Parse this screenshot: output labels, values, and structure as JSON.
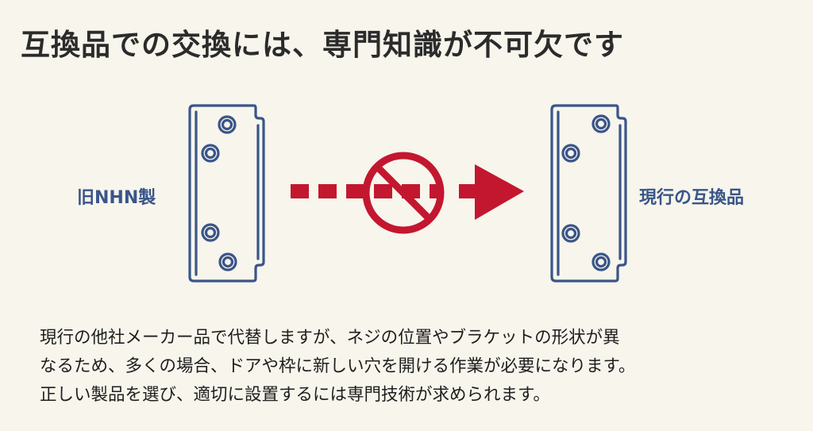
{
  "title": "互換品での交換には、専門知識が不可欠です",
  "diagram": {
    "left_label": "旧NHN製",
    "right_label": "現行の互換品",
    "left_icon": "door-hinge-bracket-icon",
    "right_icon": "door-hinge-bracket-icon",
    "center_icon": "prohibited-sign-icon",
    "arrow_icon": "dashed-arrow-right-icon",
    "colors": {
      "bracket": "#3a5589",
      "prohibit": "#c3172f",
      "background": "#f7f5ec"
    }
  },
  "body": {
    "lines": [
      "現行の他社メーカー品で代替しますが、ネジの位置やブラケットの形状が異",
      "なるため、多くの場合、ドアや枠に新しい穴を開ける作業が必要になります。",
      "正しい製品を選び、適切に設置するには専門技術が求められます。"
    ]
  }
}
